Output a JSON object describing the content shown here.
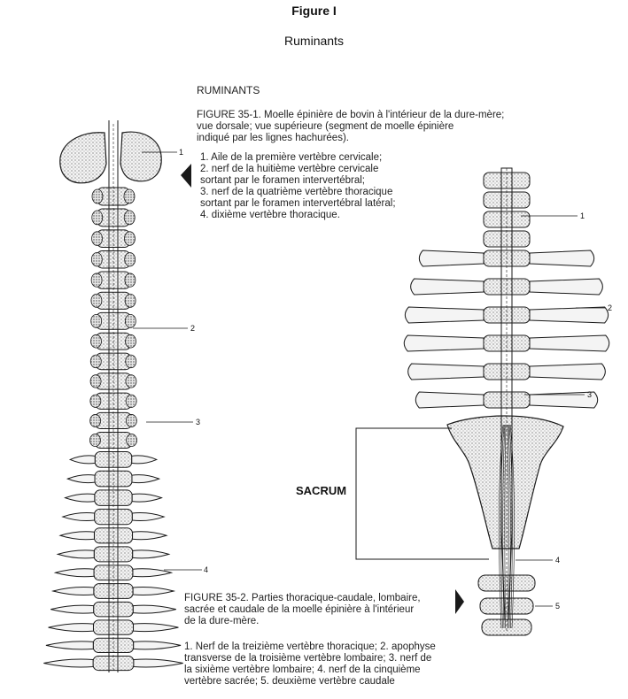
{
  "figure": {
    "title": "Figure I",
    "subtitle": "Ruminants"
  },
  "caption_top": {
    "heading": "RUMINANTS",
    "lines": [
      "FIGURE 35-1. Moelle épinière de bovin à l'intérieur de la dure-mère;",
      "vue dorsale; vue supérieure (segment de moelle épinière",
      "indiqué par les lignes hachurées).",
      "1. Aile de la première vertèbre cervicale;",
      "2. nerf de la huitième vertèbre cervicale",
      "sortant par le foramen intervertébral;",
      "3. nerf de la quatrième vertèbre thoracique",
      "sortant par le foramen intervertébral latéral;",
      "4. dixième vertèbre thoracique."
    ]
  },
  "caption_bottom": {
    "lines": [
      "FIGURE 35-2. Parties thoracique-caudale, lombaire,",
      "sacrée et caudale de la moelle épinière à l'intérieur",
      "de la dure-mère.",
      "",
      "1. Nerf de la treizième vertèbre thoracique; 2. apophyse",
      "transverse de la troisième vertèbre lombaire; 3. nerf de",
      "la sixième vertèbre lombaire; 4. nerf de la cinquième",
      "vertèbre sacrée; 5. deuxième vertèbre caudale"
    ]
  },
  "diagram_left": {
    "labels": [
      "1",
      "2",
      "3",
      "4"
    ]
  },
  "diagram_right": {
    "labels": [
      "1",
      "2",
      "3",
      "4",
      "5"
    ],
    "sacrum_label": "SACRUM"
  },
  "colors": {
    "ink": "#1a1a1a",
    "bone_fill": "#f4f4f4",
    "stipple": "#555555"
  }
}
